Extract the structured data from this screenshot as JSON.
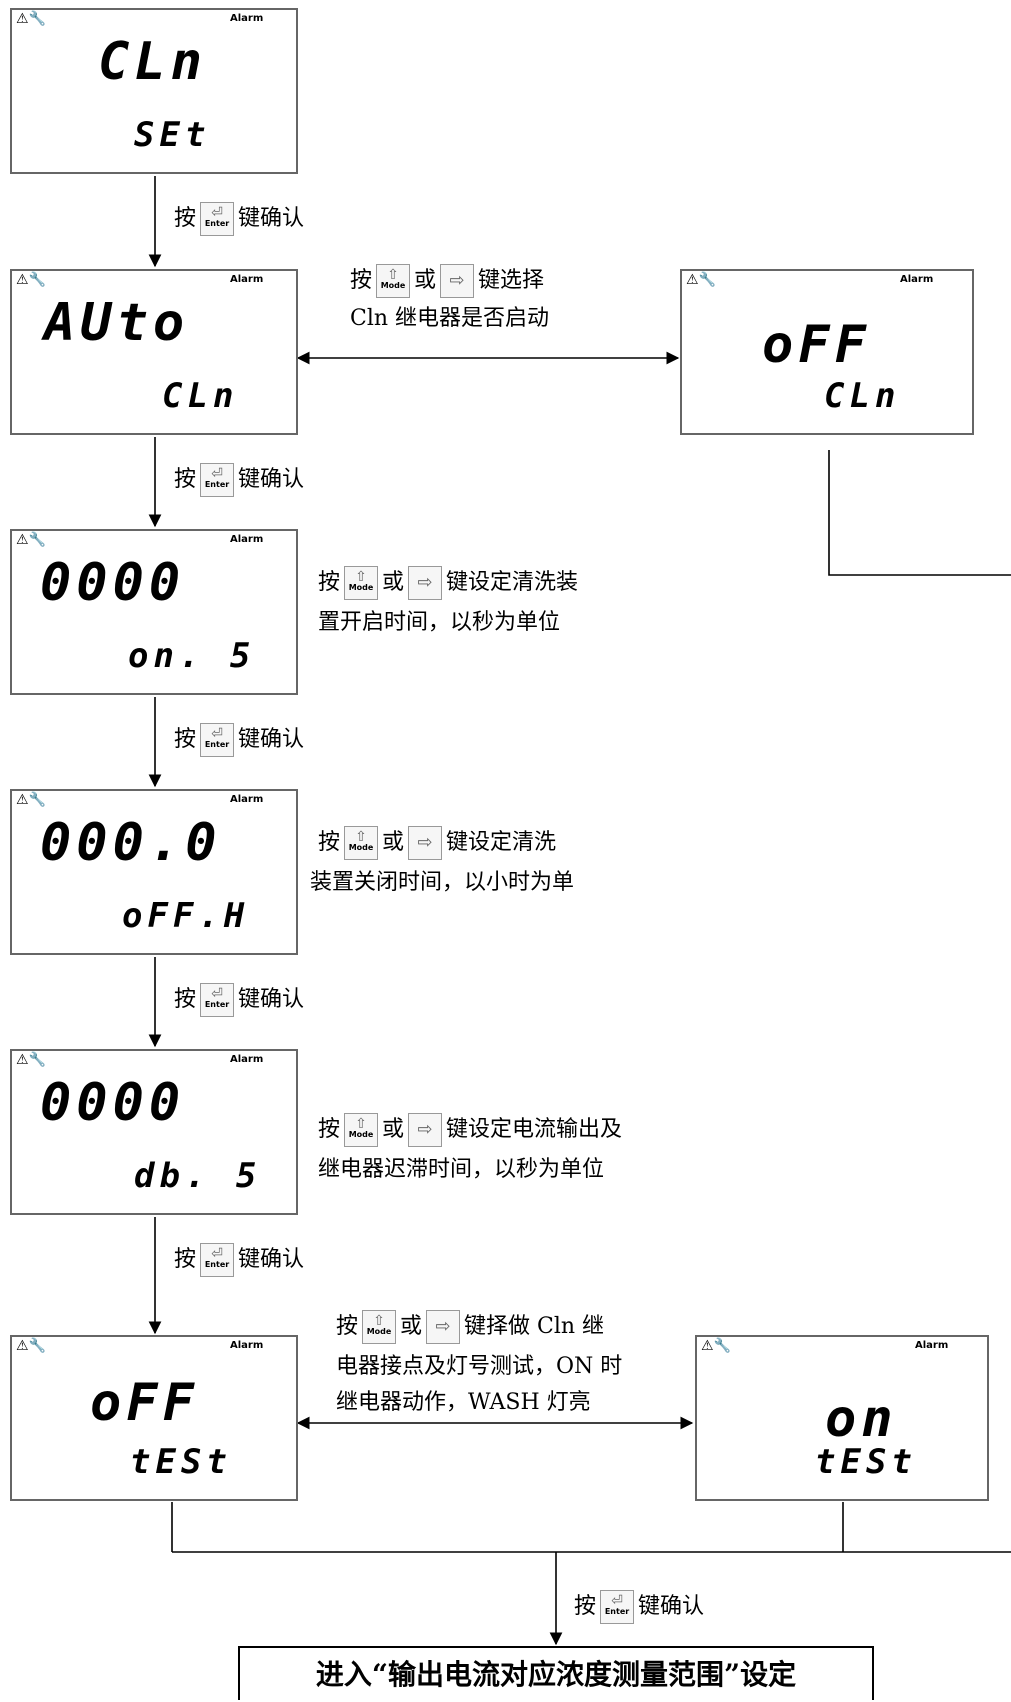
{
  "indicator": {
    "warning_icon": "warning-icon",
    "tool_icon": "wrench-icon",
    "alarm_label": "Alarm"
  },
  "screens": {
    "cln_set": {
      "big": "CLn",
      "small": "SEt"
    },
    "auto_cln": {
      "big": "AUto",
      "small": "CLn"
    },
    "off_cln": {
      "big": "oFF",
      "small": "CLn"
    },
    "on_s": {
      "big": "0000",
      "small": "on. 5"
    },
    "off_h": {
      "big": "000.0",
      "small": "oFF.H"
    },
    "db_s": {
      "big": "0000",
      "small": "db. 5"
    },
    "off_test": {
      "big": "oFF",
      "small": "tESt"
    },
    "on_test": {
      "big": "on",
      "small": "tESt"
    }
  },
  "keys": {
    "enter": "Enter",
    "mode": "Mode"
  },
  "text": {
    "press": "按",
    "or": "或",
    "confirm": "键确认",
    "select_1": "键选择",
    "select_2": "Cln 继电器是否启动",
    "on_time_1": "键设定清洗装",
    "on_time_2": "置开启时间，以秒为单位",
    "off_time_1": "键设定清洗",
    "off_time_2": "装置关闭时间，以小时为单",
    "delay_1": "键设定电流输出及",
    "delay_2": "继电器迟滞时间，以秒为单位",
    "test_1": "键择做 Cln 继",
    "test_2": "电器接点及灯号测试，ON 时",
    "test_3": "继电器动作，WASH 灯亮",
    "final": "进入“输出电流对应浓度测量范围”设定"
  }
}
